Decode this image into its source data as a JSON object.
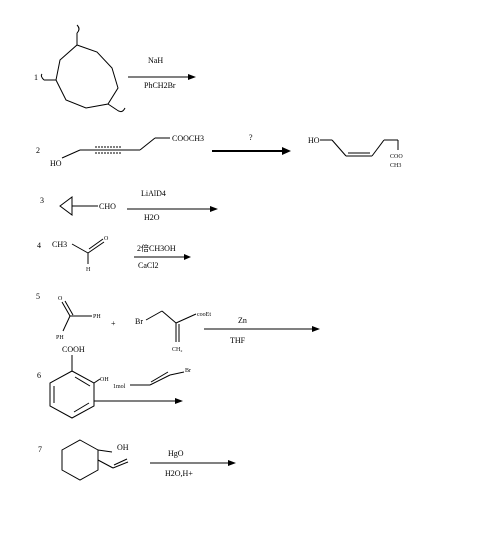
{
  "reactions": [
    {
      "number": "1",
      "reagent_top": "NaH",
      "reagent_bottom": "PhCH2Br"
    },
    {
      "number": "2",
      "reactant_ester": "COOCH3",
      "reactant_oh": "HO",
      "reagent_top": "?",
      "product_oh": "HO",
      "product_ester_top": "COO",
      "product_ester_bottom": "CH3"
    },
    {
      "number": "3",
      "reactant_group": "CHO",
      "reagent_top": "LiAlD4",
      "reagent_bottom": "H2O"
    },
    {
      "number": "4",
      "reactant_group": "CH3",
      "reactant_o": "O",
      "reactant_h": "H",
      "reagent_top": "2倍CH3OH",
      "reagent_bottom": "CaCl2"
    },
    {
      "number": "5",
      "reactant_o": "O",
      "reactant_ph_right": "PH",
      "reactant_ph_left": "PH",
      "plus": "+",
      "reactant_br": "Br",
      "reactant_ester": "cooEt",
      "reactant_ch2": "CH₂",
      "reagent_top": "Zn",
      "reagent_bottom": "THF"
    },
    {
      "number": "6",
      "reactant_acid": "COOH",
      "reactant_oh": "OH",
      "reagent_amount": "1mol",
      "reagent_br": "Br"
    },
    {
      "number": "7",
      "reactant_oh": "OH",
      "reagent_top": "HgO",
      "reagent_bottom": "H2O,H+"
    }
  ]
}
